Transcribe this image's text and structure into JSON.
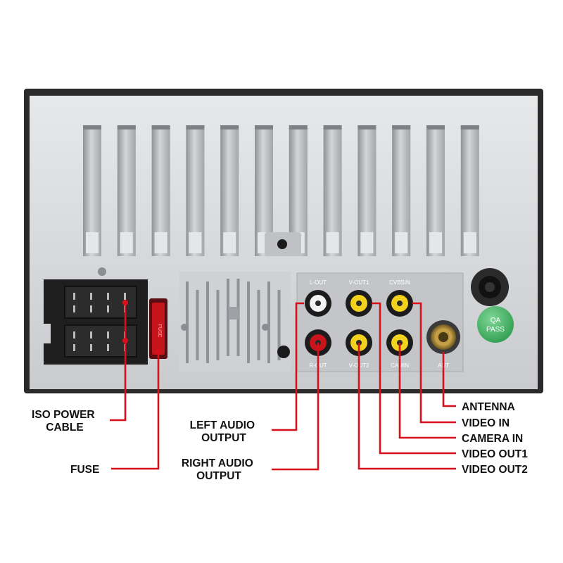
{
  "panel": {
    "jacks": {
      "l_out": "L-OUT",
      "v_out1": "V-OUT1",
      "cvbsin": "CVBSIN",
      "r_out": "R-OUT",
      "v_out2": "V-OUT2",
      "cam_in": "CAMIN",
      "ant": "ANT"
    },
    "qa_badge": {
      "line1": "QA",
      "line2": "PASS"
    },
    "fuse_mark": "FUSE"
  },
  "labels": {
    "iso_power_cable": [
      "ISO POWER",
      "CABLE"
    ],
    "fuse": "FUSE",
    "left_audio_output": [
      "LEFT AUDIO",
      "OUTPUT"
    ],
    "right_audio_output": [
      "RIGHT AUDIO",
      "OUTPUT"
    ],
    "antenna": "ANTENNA",
    "video_in": "VIDEO IN",
    "camera_in": "CAMERA IN",
    "video_out1": "VIDEO OUT1",
    "video_out2": "VIDEO OUT2"
  },
  "colors": {
    "callout_line": "#d8101c",
    "chassis_dark": "#2a2a2a",
    "panel_silver": "#d6d8db",
    "rca_yellow": "#f2d21c",
    "rca_red": "#c8151b",
    "rca_white": "#f4f4f4",
    "qa_green": "#49b86a"
  }
}
